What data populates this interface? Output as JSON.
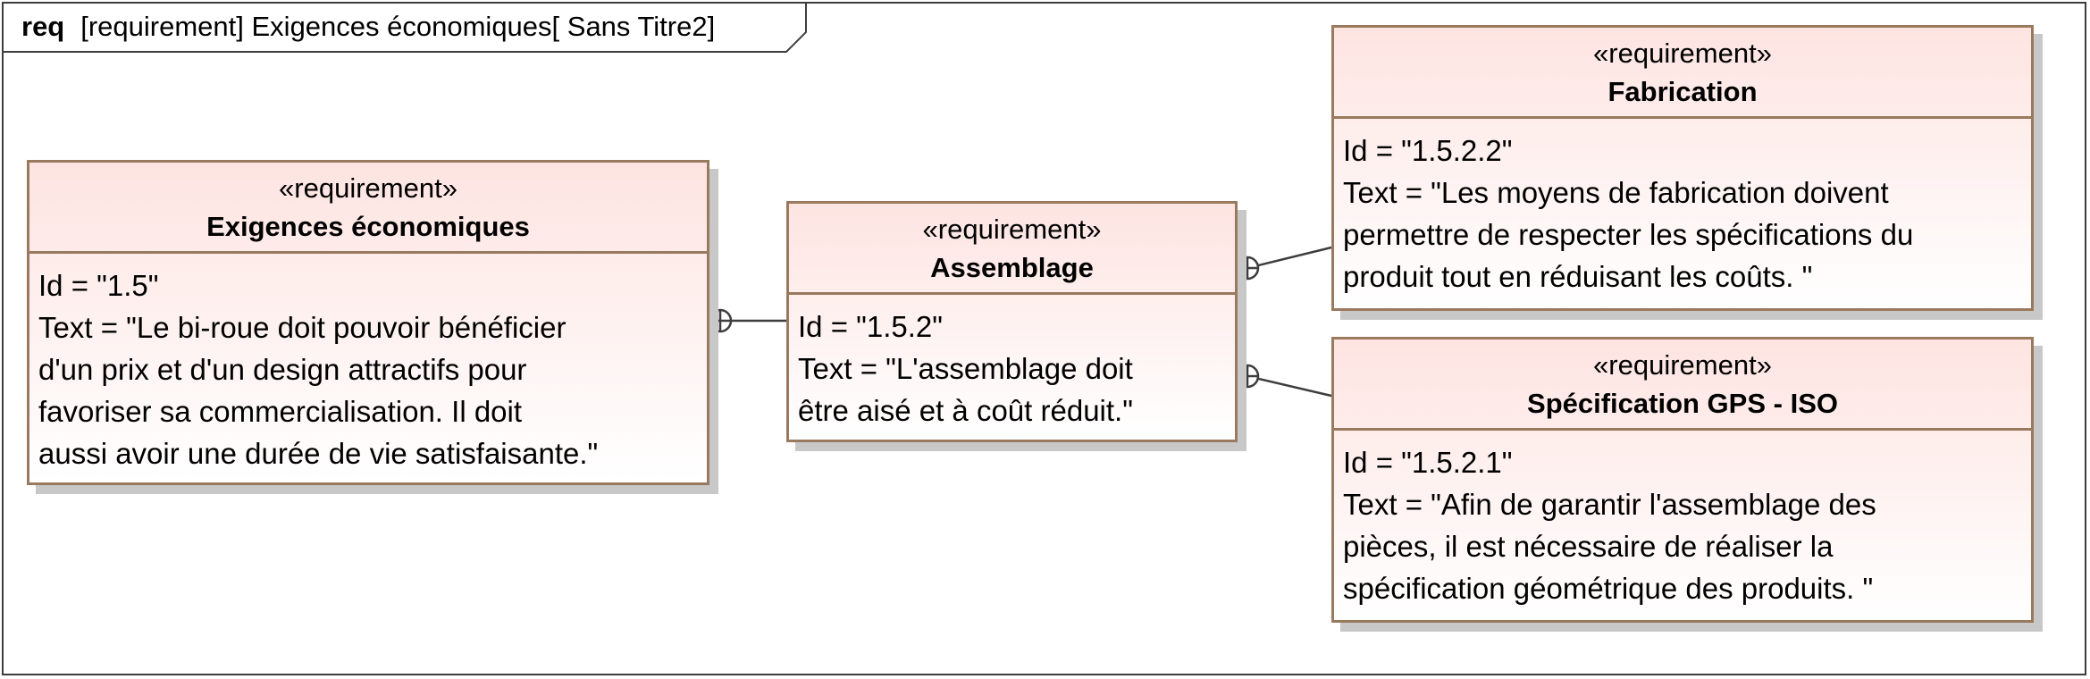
{
  "frame": {
    "keyword": "req",
    "title": "[requirement] Exigences économiques[ Sans Titre2]"
  },
  "requirements": [
    {
      "stereotype": "«requirement»",
      "name": "Exigences économiques",
      "id_line": "Id = \"1.5\"",
      "text_lines": [
        "Text = \"Le bi-roue doit pouvoir bénéficier",
        "d'un prix et d'un design attractifs pour",
        "favoriser sa commercialisation. Il doit",
        "aussi avoir une durée de vie satisfaisante.\""
      ]
    },
    {
      "stereotype": "«requirement»",
      "name": "Assemblage",
      "id_line": "Id = \"1.5.2\"",
      "text_lines": [
        "Text = \"L'assemblage  doit",
        "être aisé et à coût réduit.\""
      ]
    },
    {
      "stereotype": "«requirement»",
      "name": "Fabrication",
      "id_line": "Id = \"1.5.2.2\"",
      "text_lines": [
        "Text = \"Les moyens de fabrication doivent",
        "permettre de respecter les spécifications du",
        "produit tout en réduisant les coûts. \""
      ]
    },
    {
      "stereotype": "«requirement»",
      "name": "Spécification GPS - ISO",
      "id_line": "Id = \"1.5.2.1\"",
      "text_lines": [
        "Text = \"Afin de garantir l'assemblage des",
        "pièces, il est nécessaire de réaliser la",
        "spécification géométrique des produits. \""
      ]
    }
  ],
  "relations": [
    {
      "type": "containment",
      "parent": "Exigences économiques",
      "child": "Assemblage"
    },
    {
      "type": "containment",
      "parent": "Assemblage",
      "child": "Fabrication"
    },
    {
      "type": "containment",
      "parent": "Assemblage",
      "child": "Spécification GPS - ISO"
    }
  ],
  "colors": {
    "fill_top": "#fde4e1",
    "border": "#9a7a5e",
    "shadow": "#c8c8c8",
    "frame": "#3d3d3d"
  }
}
